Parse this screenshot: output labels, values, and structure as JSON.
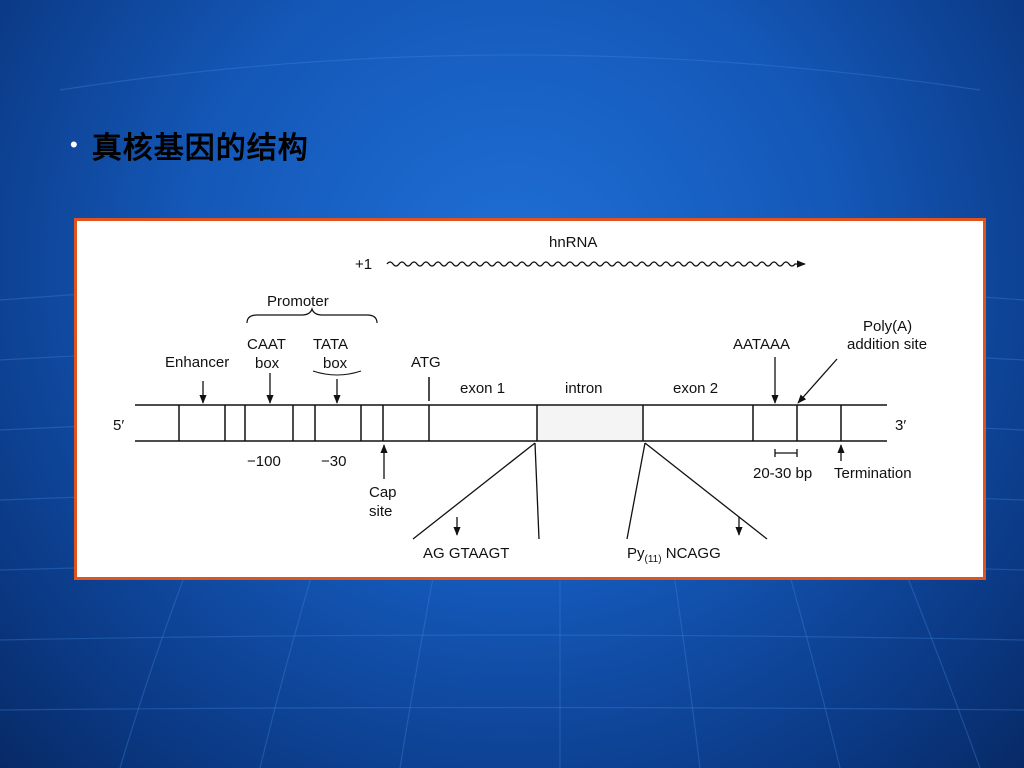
{
  "slide": {
    "bullet": "•",
    "title": "真核基因的结构"
  },
  "diagram": {
    "transcript_label": "hnRNA",
    "start_label": "+1",
    "promoter_label": "Promoter",
    "caat_line1": "CAAT",
    "caat_line2": "box",
    "tata_line1": "TATA",
    "tata_line2": "box",
    "enhancer_label": "Enhancer",
    "atg_label": "ATG",
    "exon1_label": "exon 1",
    "intron_label": "intron",
    "exon2_label": "exon 2",
    "aataaa_label": "AATAAA",
    "polya_line1": "Poly(A)",
    "polya_line2": "addition site",
    "five_prime": "5′",
    "three_prime": "3′",
    "pos_minus100": "−100",
    "pos_minus30": "−30",
    "cap_line1": "Cap",
    "cap_line2": "site",
    "donor_seq": "AG GTAAGT",
    "acceptor_py": "Py",
    "acceptor_sub": "(11)",
    "acceptor_rest": " NCAGG",
    "spacing_label": "20-30 bp",
    "termination_label": "Termination"
  }
}
